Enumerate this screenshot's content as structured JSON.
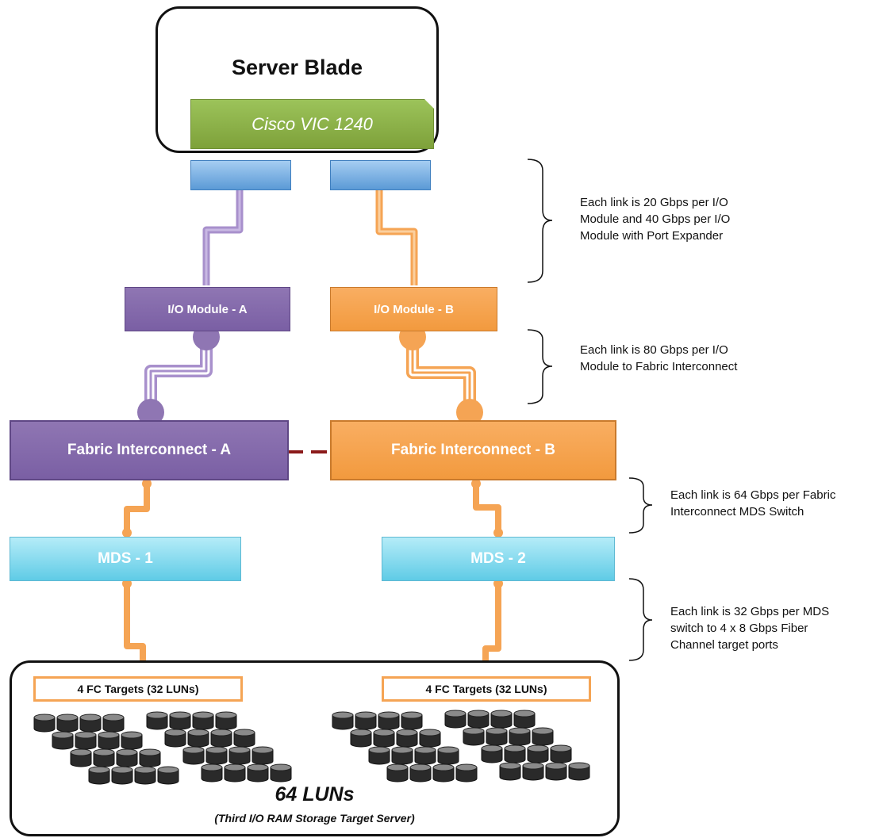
{
  "server_blade": {
    "title": "Server Blade",
    "adapter": "Cisco VIC 1240"
  },
  "io_modules": {
    "a": "I/O Module - A",
    "b": "I/O Module - B"
  },
  "fabric_interconnects": {
    "a": "Fabric Interconnect - A",
    "b": "Fabric Interconnect - B"
  },
  "mds": {
    "one": "MDS - 1",
    "two": "MDS - 2"
  },
  "storage": {
    "target_a": "4 FC Targets (32 LUNs)",
    "target_b": "4 FC Targets (32 LUNs)",
    "title": "64 LUNs",
    "subtitle": "(Third I/O RAM Storage Target Server)"
  },
  "annotations": {
    "blade_to_iom": [
      "Each link is 20 Gbps per I/O",
      "Module and 40 Gbps per I/O",
      "Module with Port Expander"
    ],
    "iom_to_fi": [
      "Each link is 80 Gbps per I/O",
      "Module to Fabric Interconnect"
    ],
    "fi_to_mds": [
      "Each link is 64 Gbps per Fabric",
      "Interconnect MDS Switch"
    ],
    "mds_to_targets": [
      "Each link is 32 Gbps per MDS",
      "switch to 4 x 8 Gbps Fiber",
      "Channel target ports"
    ]
  },
  "colors": {
    "purple": "#7a5fa4",
    "orange": "#f29a3e",
    "light_orange": "#f7b070",
    "cyan": "#5fcbe6",
    "green": "#8ab24a",
    "port_blue": "#5b9ad6",
    "dashed_red": "#8b1a1a"
  }
}
